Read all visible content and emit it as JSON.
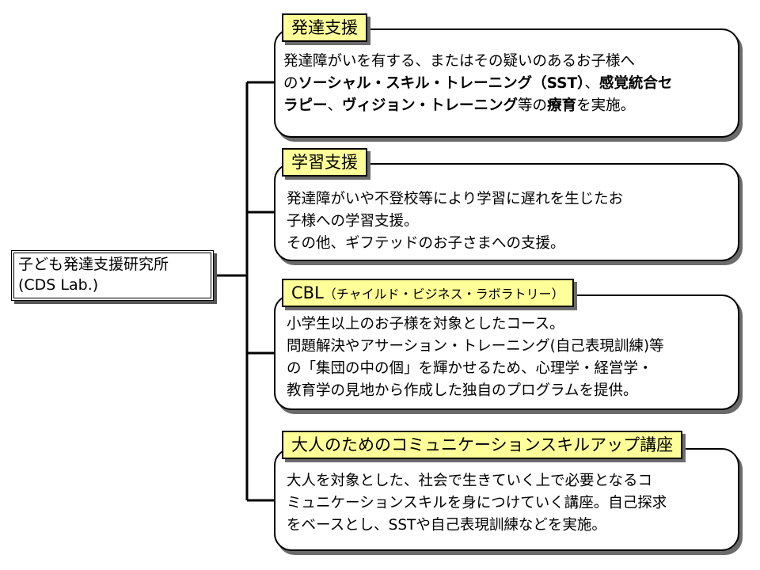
{
  "root": {
    "line1": "子ども発達支援研究所",
    "line2": "(CDS Lab.)"
  },
  "cards": [
    {
      "tag": "発達支援",
      "lines": [
        [
          {
            "t": "発達障がいを有する、またはその疑いのあるお子様へ"
          }
        ],
        [
          {
            "t": "の"
          },
          {
            "t": "ソーシャル・スキル・トレーニング（SST）",
            "b": true
          },
          {
            "t": "、"
          },
          {
            "t": "感覚統合セ",
            "b": true
          }
        ],
        [
          {
            "t": "ラピー",
            "b": true
          },
          {
            "t": "、"
          },
          {
            "t": "ヴィジョン・トレーニング",
            "b": true
          },
          {
            "t": "等の"
          },
          {
            "t": "療育",
            "b": true
          },
          {
            "t": "を実施。"
          }
        ]
      ]
    },
    {
      "tag": "学習支援",
      "lines": [
        [
          {
            "t": "発達障がいや不登校等により学習に遅れを生じたお"
          }
        ],
        [
          {
            "t": "子様への学習支援。"
          }
        ],
        [
          {
            "t": "その他、ギフテッドのお子さまへの支援。"
          }
        ]
      ]
    },
    {
      "tag": "CBL",
      "tag_sub": "（チャイルド・ビジネス・ラボラトリー）",
      "lines": [
        [
          {
            "t": "小学生以上のお子様を対象としたコース。"
          }
        ],
        [
          {
            "t": "問題解決やアサーション・トレーニング(自己表現訓練)等"
          }
        ],
        [
          {
            "t": "の「集団の中の個」を輝かせるため、心理学・経営学・"
          }
        ],
        [
          {
            "t": "教育学の見地から作成した独自のプログラムを提供。"
          }
        ]
      ]
    },
    {
      "tag": "大人のためのコミュニケーションスキルアップ講座",
      "lines": [
        [
          {
            "t": "大人を対象とした、社会で生きていく上で必要となるコ"
          }
        ],
        [
          {
            "t": "ミュニケーションスキルを身につけていく講座。自己探求"
          }
        ],
        [
          {
            "t": "をベースとし、SSTや自己表現訓練などを実施。"
          }
        ]
      ]
    }
  ]
}
